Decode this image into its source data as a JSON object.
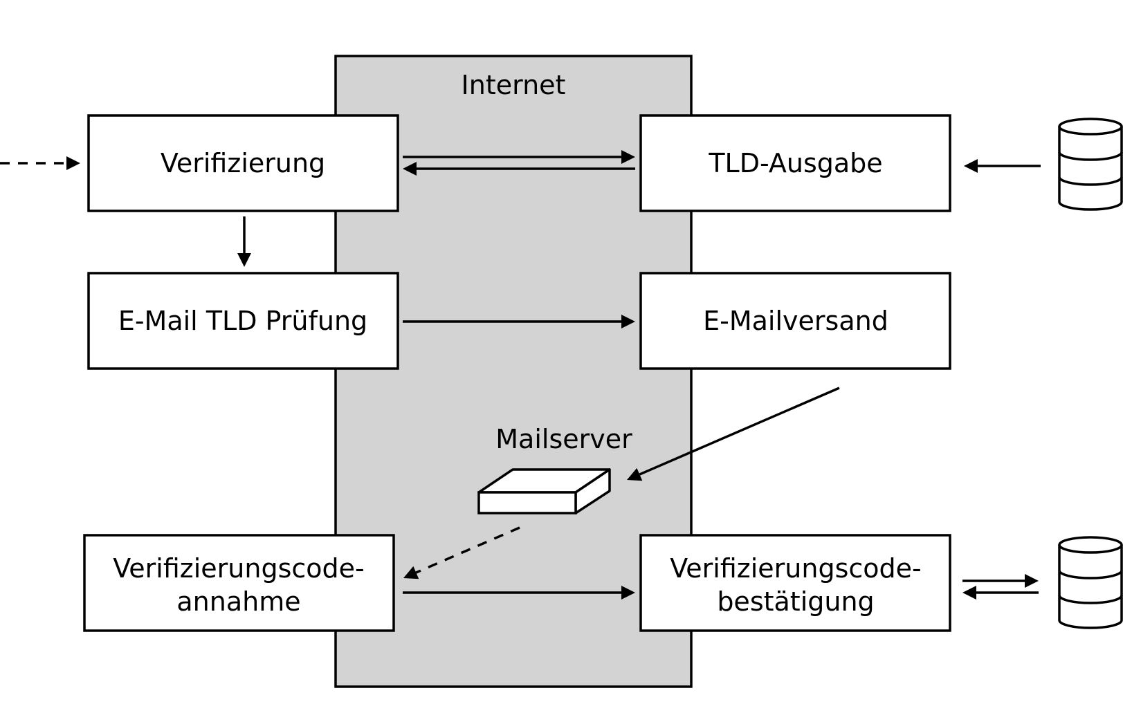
{
  "colors": {
    "internet_fill": "#d3d3d3",
    "stroke": "#000000",
    "box_fill": "#ffffff"
  },
  "internet": {
    "label": "Internet"
  },
  "mailserver": {
    "label": "Mailserver",
    "icon": "server-icon"
  },
  "boxes": {
    "verifizierung": {
      "lines": [
        "Verifizierung"
      ]
    },
    "email_tld_pruefung": {
      "lines": [
        "E-Mail TLD Prüfung"
      ]
    },
    "code_annahme": {
      "lines": [
        "Verifizierungscode-",
        "annahme"
      ]
    },
    "tld_ausgabe": {
      "lines": [
        "TLD-Ausgabe"
      ]
    },
    "mailversand": {
      "lines": [
        "E-Mailversand"
      ]
    },
    "code_bestaetigung": {
      "lines": [
        "Verifizierungscode-",
        "bestätigung"
      ]
    }
  },
  "databases": [
    {
      "id": "db-top",
      "icon": "database-icon"
    },
    {
      "id": "db-bottom",
      "icon": "database-icon"
    }
  ]
}
